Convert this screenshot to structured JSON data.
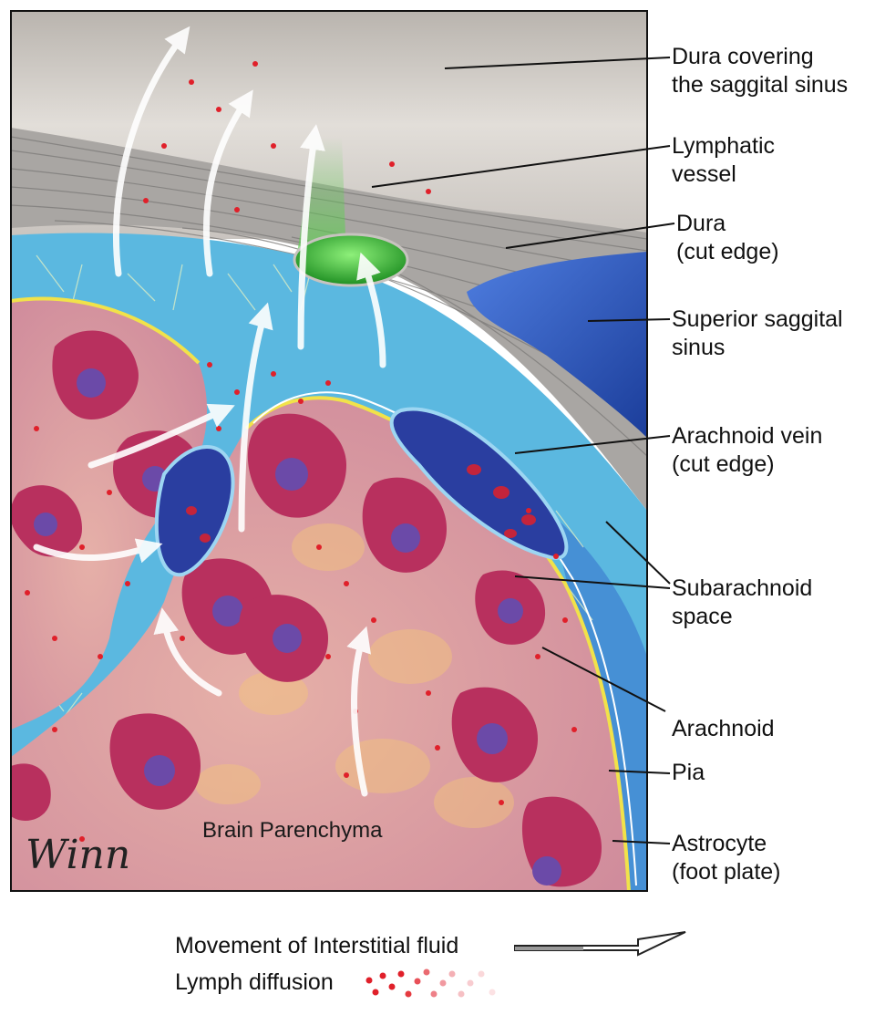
{
  "labels": {
    "dura_covering_1": "Dura covering",
    "dura_covering_2": "the saggital sinus",
    "lymphatic_1": "Lymphatic",
    "lymphatic_2": "vessel",
    "dura_cut_1": "Dura",
    "dura_cut_2": "(cut edge)",
    "sss_1": "Superior saggital",
    "sss_2": "sinus",
    "arachnoid_vein_1": "Arachnoid vein",
    "arachnoid_vein_2": "(cut edge)",
    "subarachnoid_1": "Subarachnoid",
    "subarachnoid_2": "space",
    "arachnoid": "Arachnoid",
    "pia": "Pia",
    "astrocyte_1": "Astrocyte",
    "astrocyte_2": "(foot plate)"
  },
  "center_label": "Brain Parenchyma",
  "signature": "Winn",
  "legend": {
    "interstitial": "Movement of Interstitial fluid",
    "lymph": "Lymph diffusion"
  },
  "colors": {
    "dura": "#cfcac4",
    "dura_fibers": "#9c9a98",
    "sinus": "#2d55c0",
    "csf": "#56b7e2",
    "lymphatic": "#3cc23a",
    "parenchyma": "#d99aa6",
    "astrocyte": "#b8305e",
    "nucleus": "#6b4aa8",
    "lymph_dot": "#e0202a",
    "pia": "#f1e24a"
  }
}
